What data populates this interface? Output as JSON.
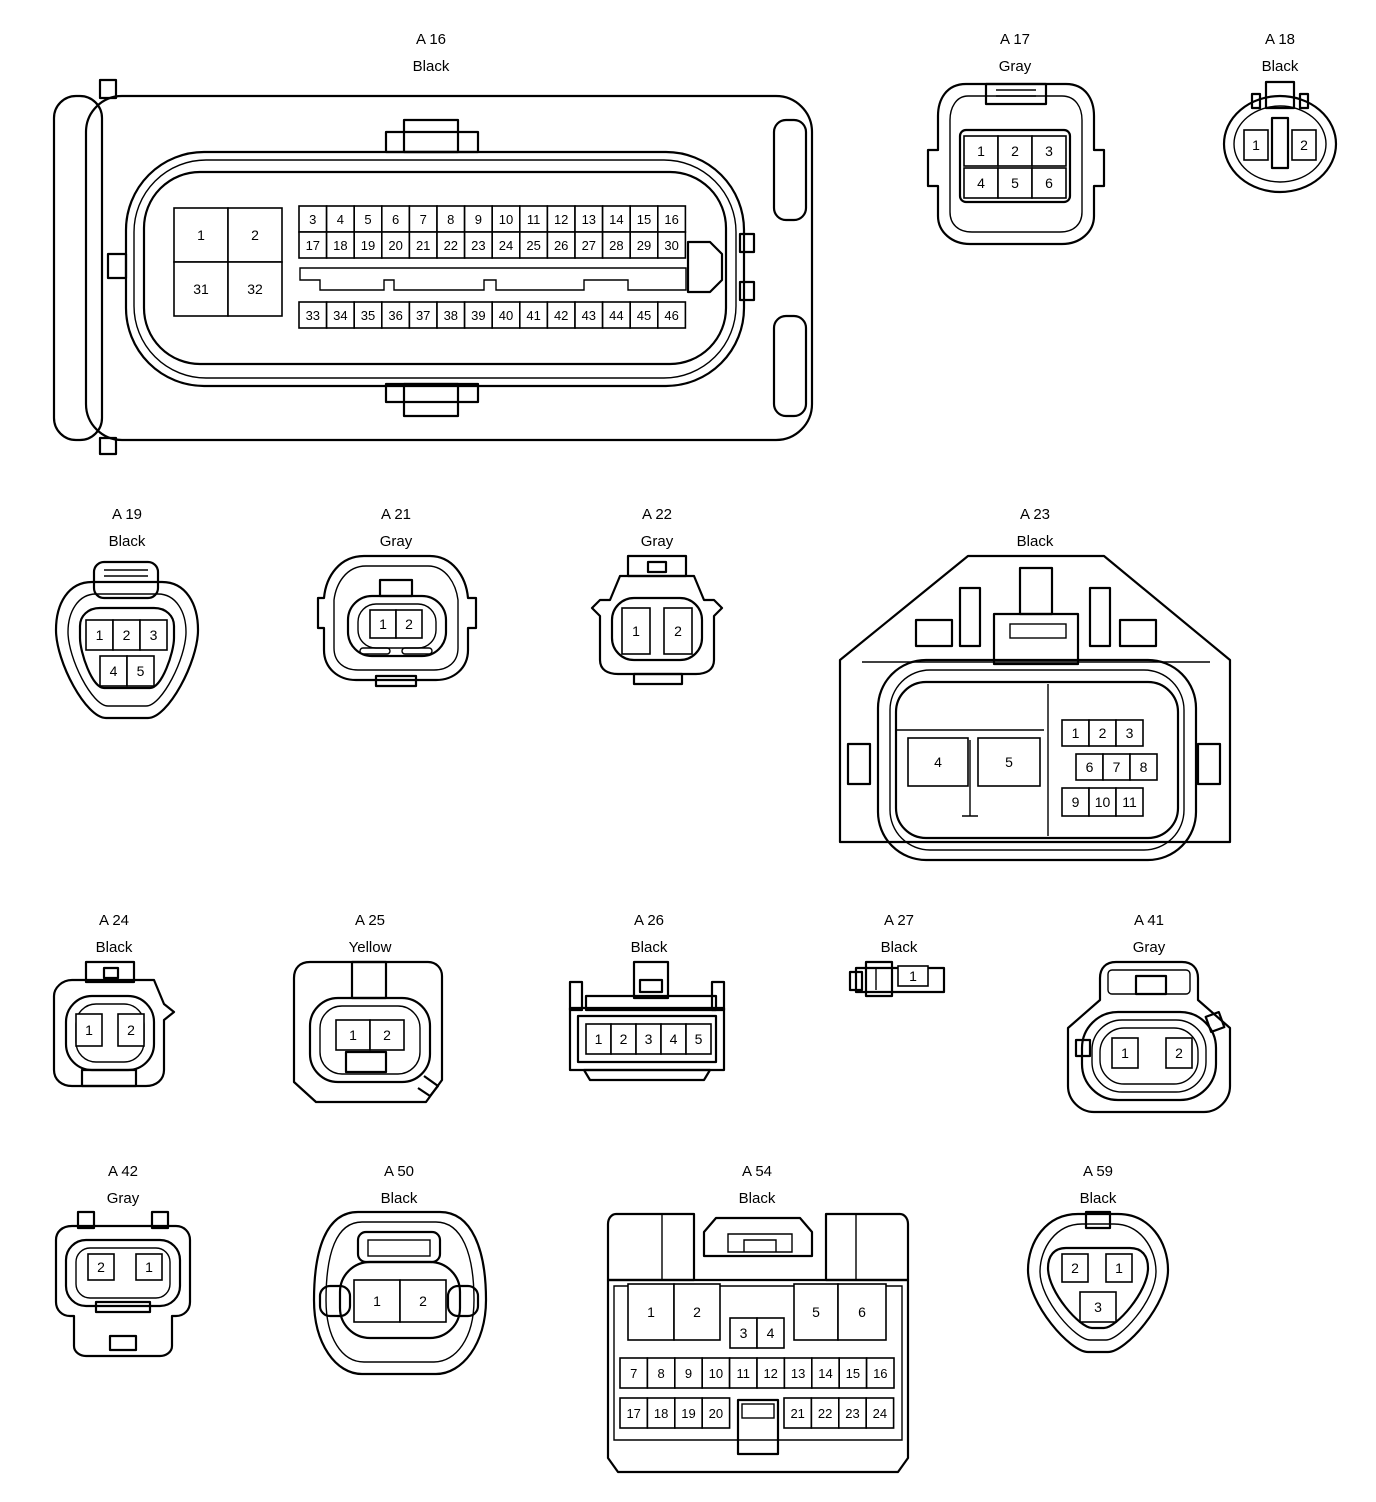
{
  "connectors": [
    {
      "code": "A 16",
      "color": "Black"
    },
    {
      "code": "A 17",
      "color": "Gray"
    },
    {
      "code": "A 18",
      "color": "Black"
    },
    {
      "code": "A 19",
      "color": "Black"
    },
    {
      "code": "A 21",
      "color": "Gray"
    },
    {
      "code": "A 22",
      "color": "Gray"
    },
    {
      "code": "A 23",
      "color": "Black"
    },
    {
      "code": "A 24",
      "color": "Black"
    },
    {
      "code": "A 25",
      "color": "Yellow"
    },
    {
      "code": "A 26",
      "color": "Black"
    },
    {
      "code": "A 27",
      "color": "Black"
    },
    {
      "code": "A 41",
      "color": "Gray"
    },
    {
      "code": "A 42",
      "color": "Gray"
    },
    {
      "code": "A 50",
      "color": "Black"
    },
    {
      "code": "A 54",
      "color": "Black"
    },
    {
      "code": "A 59",
      "color": "Black"
    }
  ],
  "pins": {
    "a16": {
      "large": [
        "1",
        "2",
        "31",
        "32"
      ],
      "row1": [
        "3",
        "4",
        "5",
        "6",
        "7",
        "8",
        "9",
        "10",
        "11",
        "12",
        "13",
        "14",
        "15",
        "16"
      ],
      "row2": [
        "17",
        "18",
        "19",
        "20",
        "21",
        "22",
        "23",
        "24",
        "25",
        "26",
        "27",
        "28",
        "29",
        "30"
      ],
      "row3": [
        "33",
        "34",
        "35",
        "36",
        "37",
        "38",
        "39",
        "40",
        "41",
        "42",
        "43",
        "44",
        "45",
        "46"
      ]
    },
    "a17": [
      "1",
      "2",
      "3",
      "4",
      "5",
      "6"
    ],
    "a18": [
      "1",
      "2"
    ],
    "a19": [
      "1",
      "2",
      "3",
      "4",
      "5"
    ],
    "a21": [
      "1",
      "2"
    ],
    "a22": [
      "1",
      "2"
    ],
    "a23": [
      "1",
      "2",
      "3",
      "4",
      "5",
      "6",
      "7",
      "8",
      "9",
      "10",
      "11"
    ],
    "a24": [
      "1",
      "2"
    ],
    "a25": [
      "1",
      "2"
    ],
    "a26": [
      "1",
      "2",
      "3",
      "4",
      "5"
    ],
    "a27": [
      "1"
    ],
    "a41": [
      "1",
      "2"
    ],
    "a42": [
      "2",
      "1"
    ],
    "a50": [
      "1",
      "2"
    ],
    "a54": {
      "big": [
        "1",
        "2",
        "5",
        "6"
      ],
      "mid": [
        "3",
        "4"
      ],
      "row1": [
        "7",
        "8",
        "9",
        "10",
        "11",
        "12",
        "13",
        "14",
        "15",
        "16"
      ],
      "row2a": [
        "17",
        "18",
        "19",
        "20"
      ],
      "row2b": [
        "21",
        "22",
        "23",
        "24"
      ]
    },
    "a59": [
      "2",
      "1",
      "3"
    ]
  }
}
